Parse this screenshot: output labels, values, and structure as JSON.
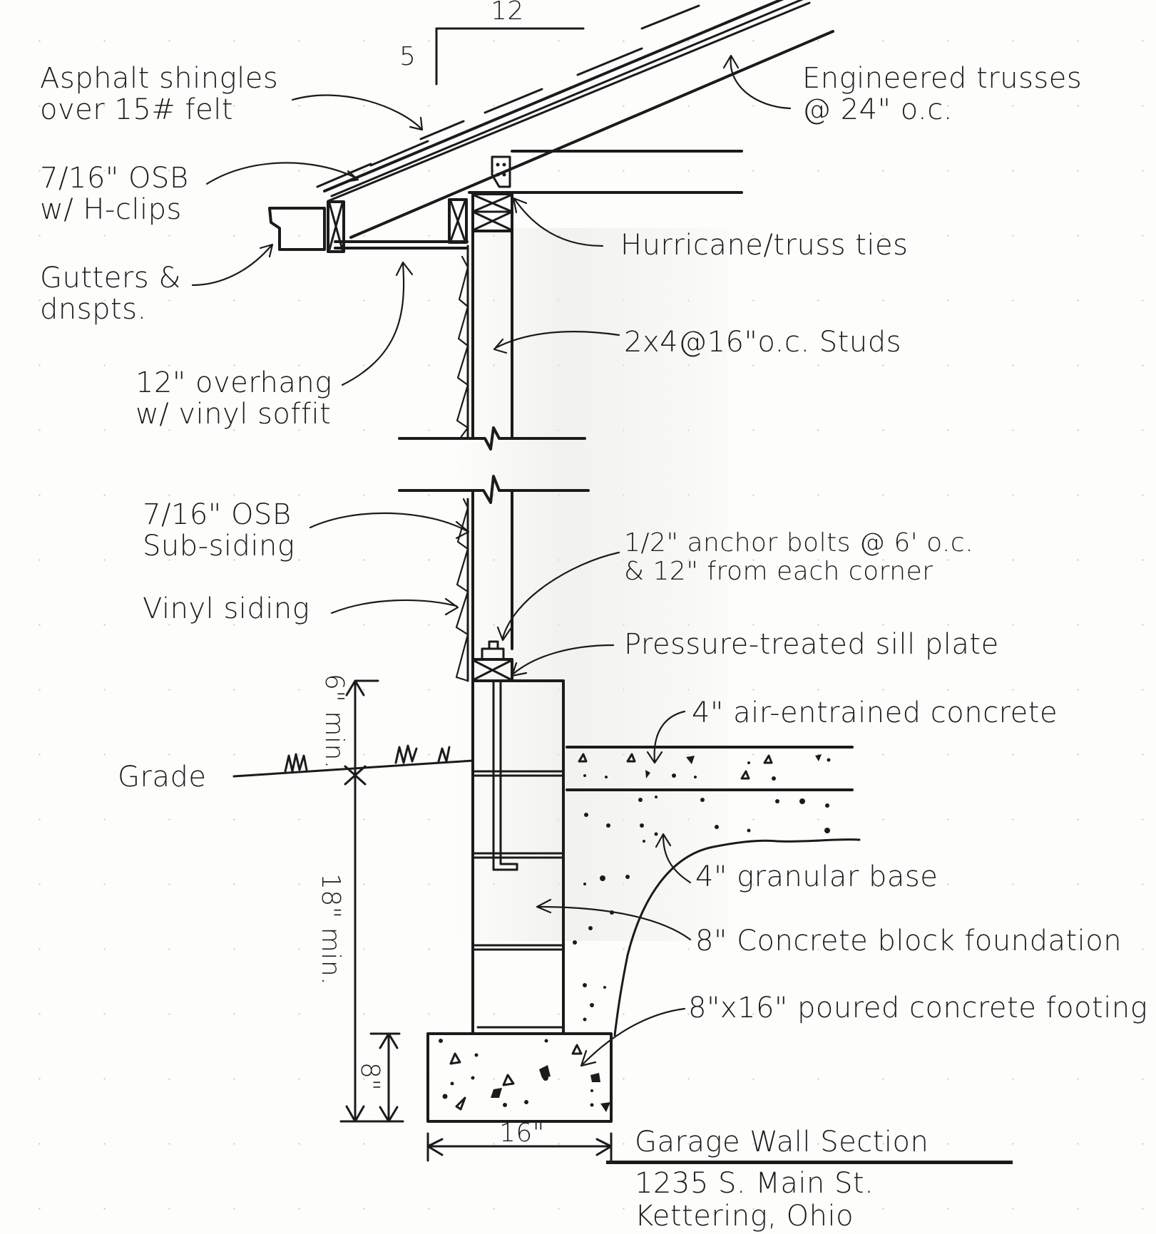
{
  "drawing": {
    "type": "hand-drawn architectural wall section",
    "ink_color": "#1b1b1b",
    "paper_color": "#fdfdfb"
  },
  "roof_pitch": {
    "rise": "5",
    "run": "12"
  },
  "callouts": {
    "asphalt_shingles": [
      "Asphalt shingles",
      "over 15# felt"
    ],
    "engineered_trusses": [
      "Engineered trusses",
      "@ 24\" o.c."
    ],
    "osb_roof": [
      "7/16\" OSB",
      "w/ H-clips"
    ],
    "hurricane_ties": [
      "Hurricane/truss ties"
    ],
    "gutters": [
      "Gutters &",
      "dnspts."
    ],
    "studs": [
      "2x4@16\"o.c. Studs"
    ],
    "overhang": [
      "12\" overhang",
      "w/ vinyl soffit"
    ],
    "osb_sub_siding": [
      "7/16\" OSB",
      "Sub-siding"
    ],
    "anchor_bolts": [
      "1/2\" anchor bolts @ 6' o.c.",
      "& 12\" from each corner"
    ],
    "vinyl_siding": [
      "Vinyl siding"
    ],
    "sill_plate": [
      "Pressure-treated sill plate"
    ],
    "slab": [
      "4\" air-entrained concrete"
    ],
    "grade": [
      "Grade"
    ],
    "granular_base": [
      "4\" granular base"
    ],
    "block_foundation": [
      "8\" Concrete block foundation"
    ],
    "footing": [
      "8\"x16\" poured concrete footing"
    ]
  },
  "dimensions": {
    "above_grade": "6\" min.",
    "below_grade": "18\" min.",
    "footing_height": "8\"",
    "footing_width": "16\""
  },
  "title_block": {
    "title": "Garage Wall Section",
    "address_line1": "1235 S. Main St.",
    "address_line2": "Kettering, Ohio"
  }
}
